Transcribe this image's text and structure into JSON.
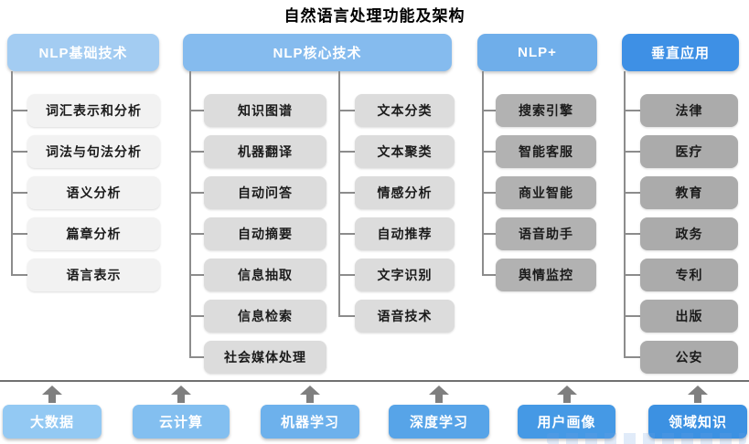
{
  "title": "自然语言处理功能及架构",
  "palette": {
    "connector_line": "#8c8c8c",
    "separator_line": "#707070",
    "arrow": "#7f7f7f",
    "box_text_dark": "#1b1b1b",
    "header_text": "#ffffff"
  },
  "groups": [
    {
      "header": "NLP基础技术",
      "header_color": "#a3ccf2"
    },
    {
      "header": "NLP核心技术",
      "header_color": "#85bbee"
    },
    {
      "header": "NLP+",
      "header_color": "#6faeea"
    },
    {
      "header": "垂直应用",
      "header_color": "#3e90e5"
    }
  ],
  "columns": [
    {
      "group": 0,
      "box_color": "#f2f2f2",
      "items": [
        "词汇表示和分析",
        "词法与句法分析",
        "语义分析",
        "篇章分析",
        "语言表示"
      ]
    },
    {
      "group": 1,
      "box_color": "#dcdcdc",
      "items": [
        "知识图谱",
        "机器翻译",
        "自动问答",
        "自动摘要",
        "信息抽取",
        "信息检索",
        "社会媒体处理"
      ]
    },
    {
      "group": 1,
      "box_color": "#dcdcdc",
      "items": [
        "文本分类",
        "文本聚类",
        "情感分析",
        "自动推荐",
        "文字识别",
        "语音技术"
      ]
    },
    {
      "group": 2,
      "box_color": "#b2b2b2",
      "items": [
        "搜索引擎",
        "智能客服",
        "商业智能",
        "语音助手",
        "舆情监控"
      ]
    },
    {
      "group": 3,
      "box_color": "#ababab",
      "items": [
        "法律",
        "医疗",
        "教育",
        "政务",
        "专利",
        "出版",
        "公安"
      ]
    }
  ],
  "foundation": {
    "items": [
      {
        "label": "大数据",
        "color": "#93c9f3"
      },
      {
        "label": "云计算",
        "color": "#83bff0"
      },
      {
        "label": "机器学习",
        "color": "#6db1ec"
      },
      {
        "label": "深度学习",
        "color": "#57a4e8"
      },
      {
        "label": "用户画像",
        "color": "#4599e5"
      },
      {
        "label": "领域知识",
        "color": "#3c91e2"
      }
    ]
  }
}
